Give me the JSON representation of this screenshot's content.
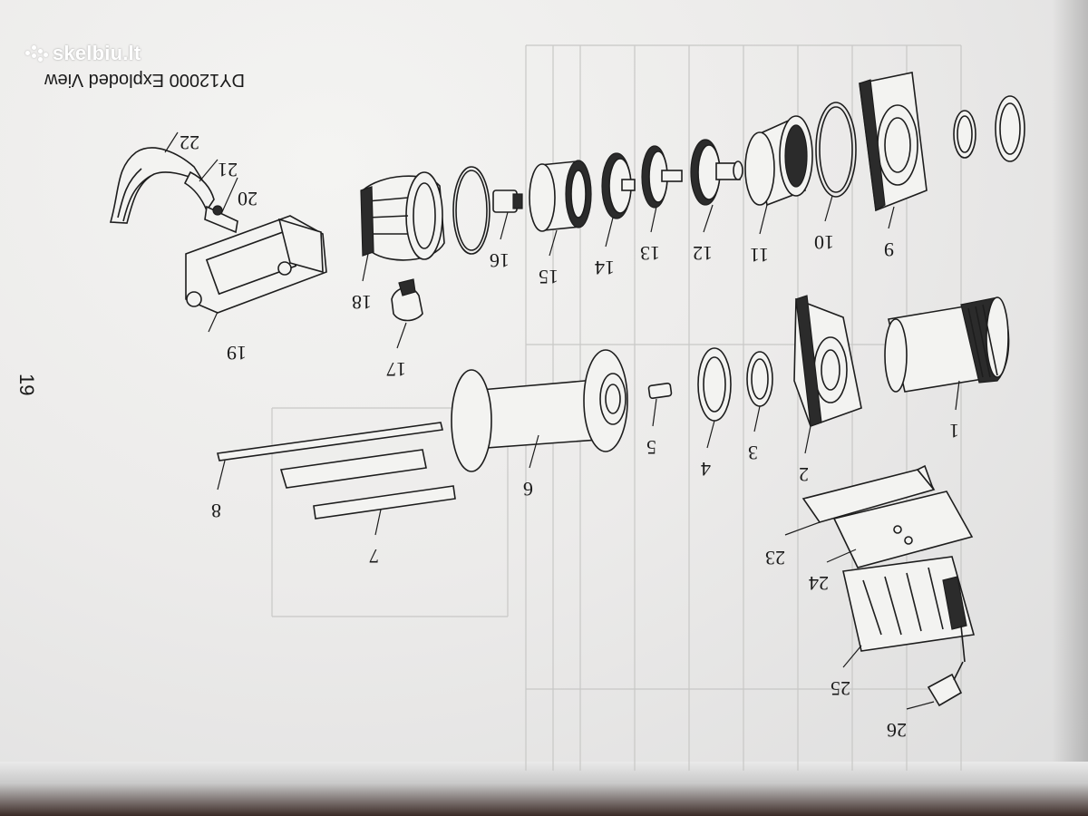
{
  "watermark": {
    "text": "skelbiu.lt"
  },
  "page": {
    "title": "DY12000 Exploded View",
    "page_number": "19"
  },
  "parts": {
    "p1": "1",
    "p2": "2",
    "p3": "3",
    "p4": "4",
    "p5": "5",
    "p6": "6",
    "p7": "7",
    "p8": "8",
    "p9": "9",
    "p10": "10",
    "p11": "11",
    "p12": "12",
    "p13": "13",
    "p14": "14",
    "p15": "15",
    "p16": "16",
    "p17": "17",
    "p18": "18",
    "p19": "19",
    "p20": "20",
    "p21": "21",
    "p22": "22",
    "p23": "23",
    "p24": "24",
    "p25": "25",
    "p26": "26"
  }
}
